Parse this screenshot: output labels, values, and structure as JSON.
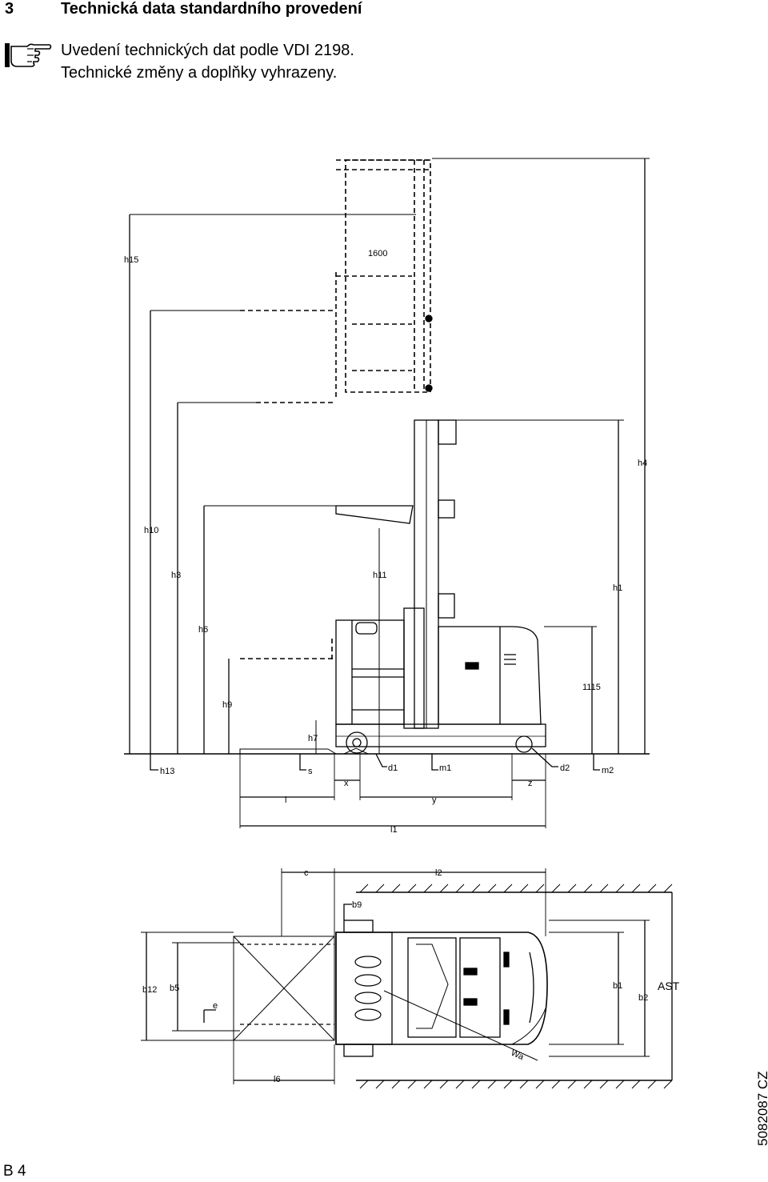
{
  "header": {
    "section_number": "3",
    "section_title": "Technická data standardního provedení",
    "note_line_1": "Uvedení technických dat podle VDI 2198.",
    "note_line_2": "Technické změny a doplňky vyhrazeny.",
    "note_icon": "pointing-hand-icon"
  },
  "side_view_labels": {
    "h15": "h15",
    "h10": "h10",
    "h3": "h3",
    "h6": "h6",
    "h9": "h9",
    "h7": "h7",
    "h11": "h11",
    "h4": "h4",
    "h1": "h1",
    "d1600": "1600",
    "d1115": "1115",
    "h13": "h13",
    "s": "s",
    "d1": "d1",
    "m1": "m1",
    "d2": "d2",
    "m2": "m2",
    "x": "x",
    "z": "z",
    "l": "l",
    "y": "y",
    "l1": "l1"
  },
  "top_view_labels": {
    "c": "c",
    "l2": "l2",
    "b9": "b9",
    "b12": "b12",
    "b5": "b5",
    "e": "e",
    "b1": "b1",
    "b2": "b2",
    "ast": "AST",
    "wa": "Wa",
    "l6": "l6"
  },
  "footer": {
    "document_number": "5082087 CZ",
    "page_id": "B 4"
  }
}
